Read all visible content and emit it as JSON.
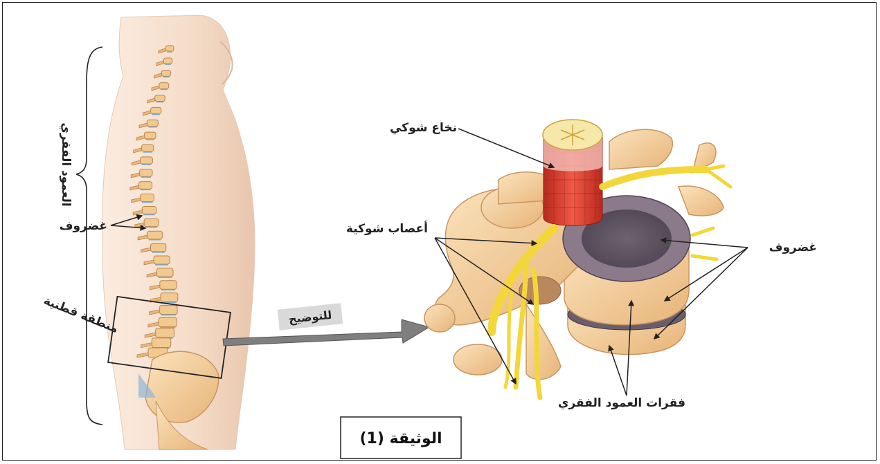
{
  "document": {
    "caption": "الوثيقة (1)",
    "colors": {
      "skin": "#f4dcc8",
      "bone": "#f2c98e",
      "spinal_cord": "#e0473a",
      "nerve": "#f3d73a",
      "disc": "#7d6f79",
      "arrow": "#7f7f7f"
    }
  },
  "labels": {
    "spine_column": "العمود الفقري",
    "cartilage_left": "غضروف",
    "lumbar_region": "منطقة قطنية",
    "zoom_arrow": "للتوضيح",
    "spinal_cord": "نخاع شوكي",
    "spinal_nerves": "أعصاب شوكية",
    "cartilage_right": "غضروف",
    "vertebrae": "فقرات العمود الفقري"
  },
  "icons": {
    "arrow": "right-arrow-icon"
  }
}
